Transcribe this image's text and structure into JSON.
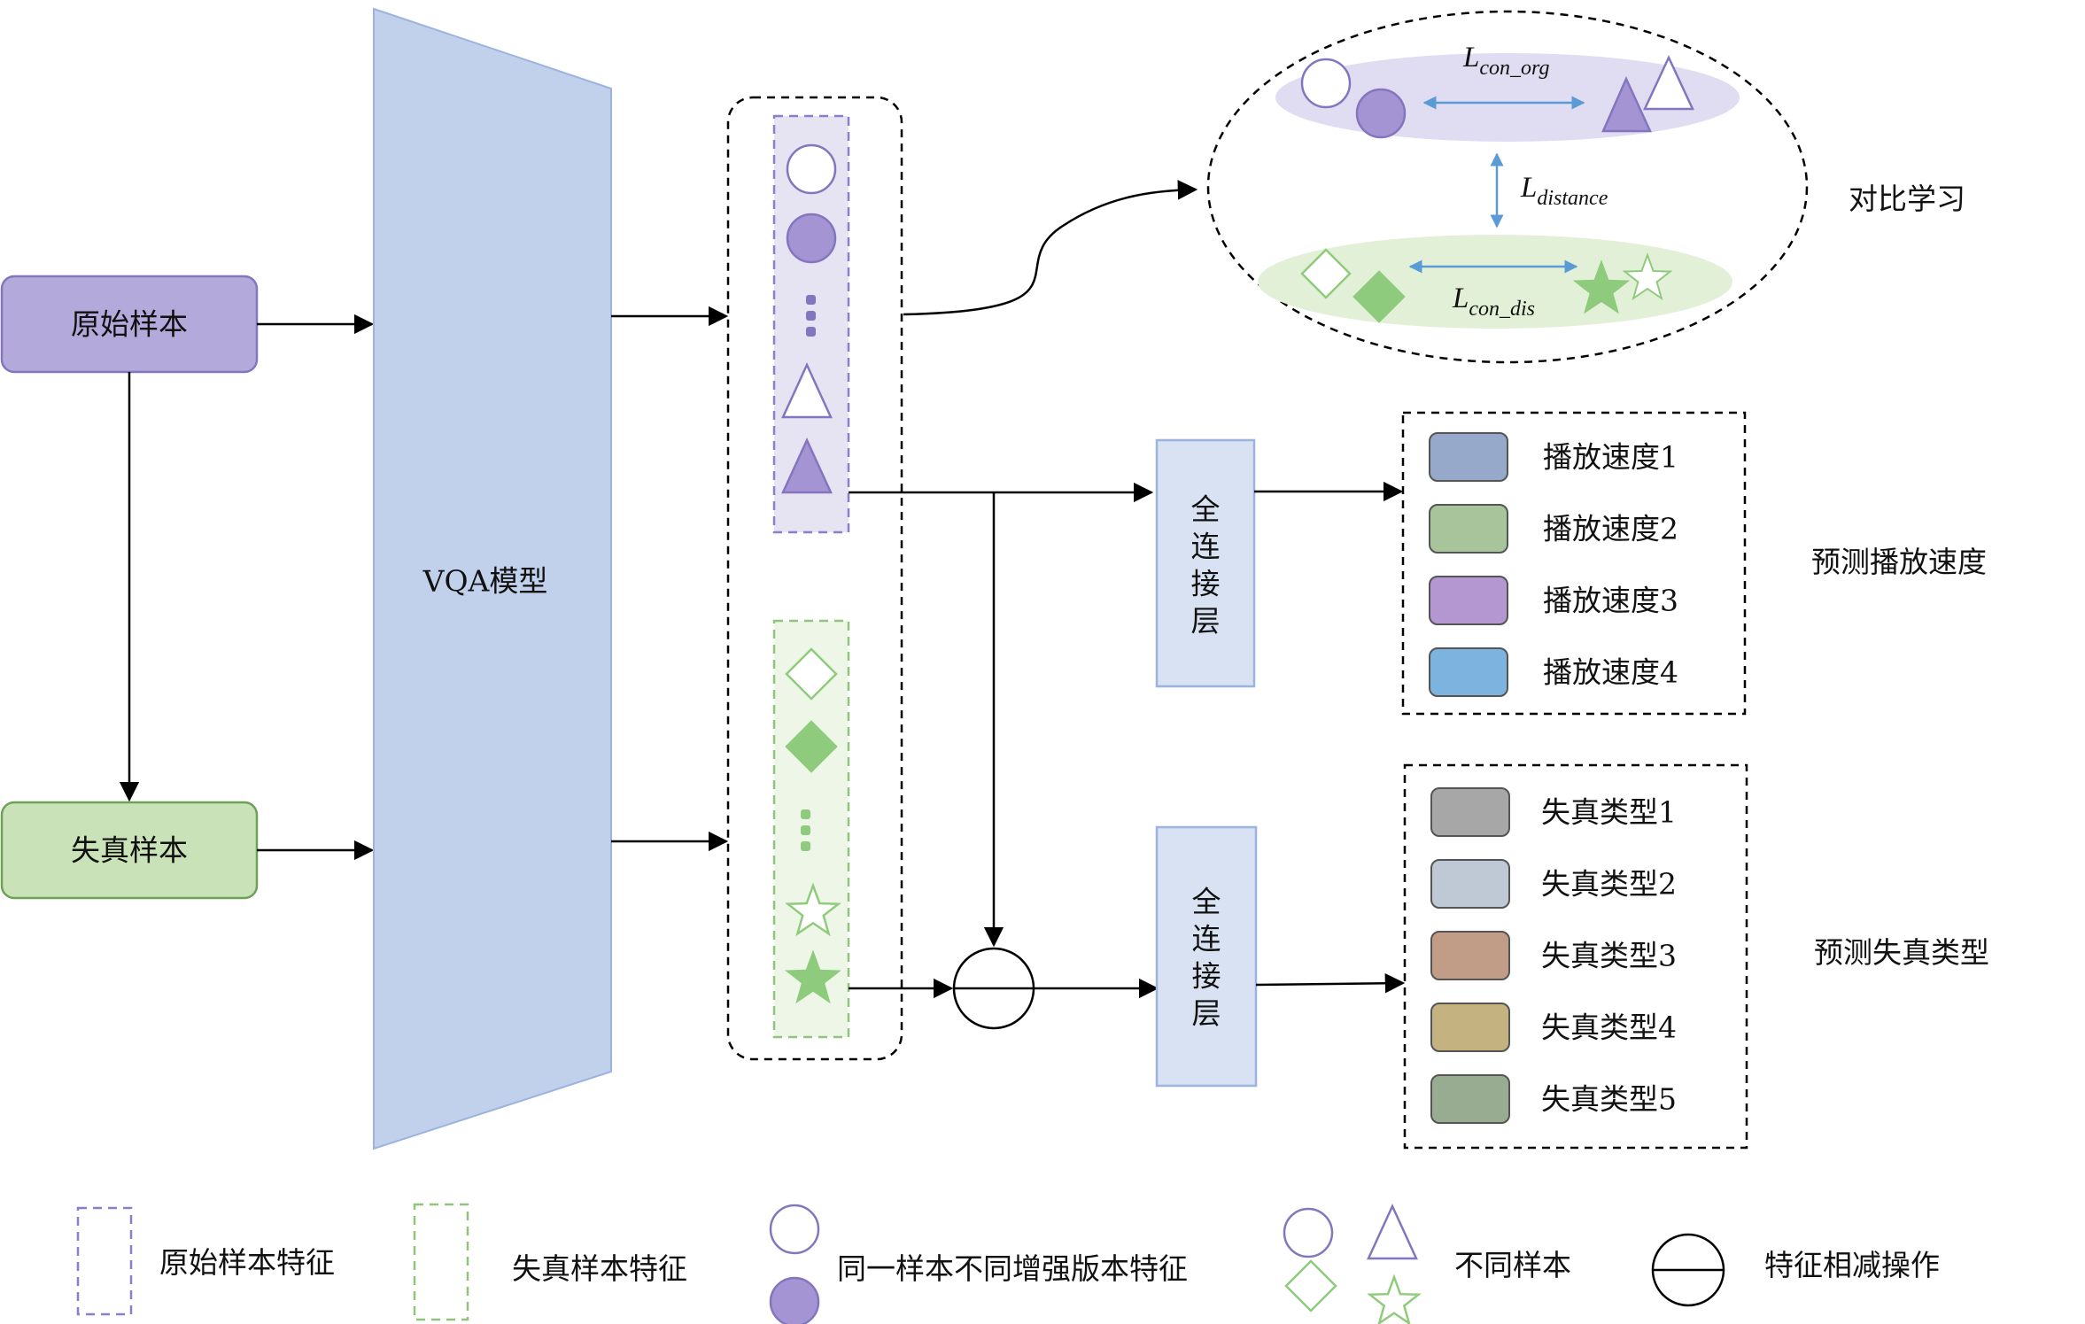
{
  "inputs": {
    "original": "原始样本",
    "distorted": "失真样本"
  },
  "model": {
    "label": "VQA模型"
  },
  "fc": {
    "chars": [
      "全",
      "连",
      "接",
      "层"
    ]
  },
  "contrastive": {
    "loss_org_base": "L",
    "loss_org_sub": "con_org",
    "loss_distance_base": "L",
    "loss_distance_sub": "distance",
    "loss_dis_base": "L",
    "loss_dis_sub": "con_dis",
    "label": "对比学习"
  },
  "speed": {
    "title": "预测播放速度",
    "classes": [
      {
        "label": "播放速度1",
        "color": "#97a9cb"
      },
      {
        "label": "播放速度2",
        "color": "#a8c49a"
      },
      {
        "label": "播放速度3",
        "color": "#b496d1"
      },
      {
        "label": "播放速度4",
        "color": "#7db3df"
      }
    ]
  },
  "distortion": {
    "title": "预测失真类型",
    "classes": [
      {
        "label": "失真类型1",
        "color": "#a7a7a7"
      },
      {
        "label": "失真类型2",
        "color": "#bfc9d6"
      },
      {
        "label": "失真类型3",
        "color": "#c19c86"
      },
      {
        "label": "失真类型4",
        "color": "#c4b381"
      },
      {
        "label": "失真类型5",
        "color": "#98ac91"
      }
    ]
  },
  "legend": {
    "original_feature": "原始样本特征",
    "distorted_feature": "失真样本特征",
    "same_sample": "同一样本不同增强版本特征",
    "different_sample": "不同样本",
    "subtract_op": "特征相减操作"
  },
  "colors": {
    "purple_fill": "#b3a9da",
    "purple_stroke": "#8476be",
    "green_fill": "#c9e2b8",
    "green_stroke": "#6ea157",
    "model_fill": "#c1d0eb",
    "model_stroke": "#9db3df",
    "fc_fill": "#d8e2f3",
    "purple_shape": "#a594d3",
    "green_shape": "#8fcb7c"
  }
}
